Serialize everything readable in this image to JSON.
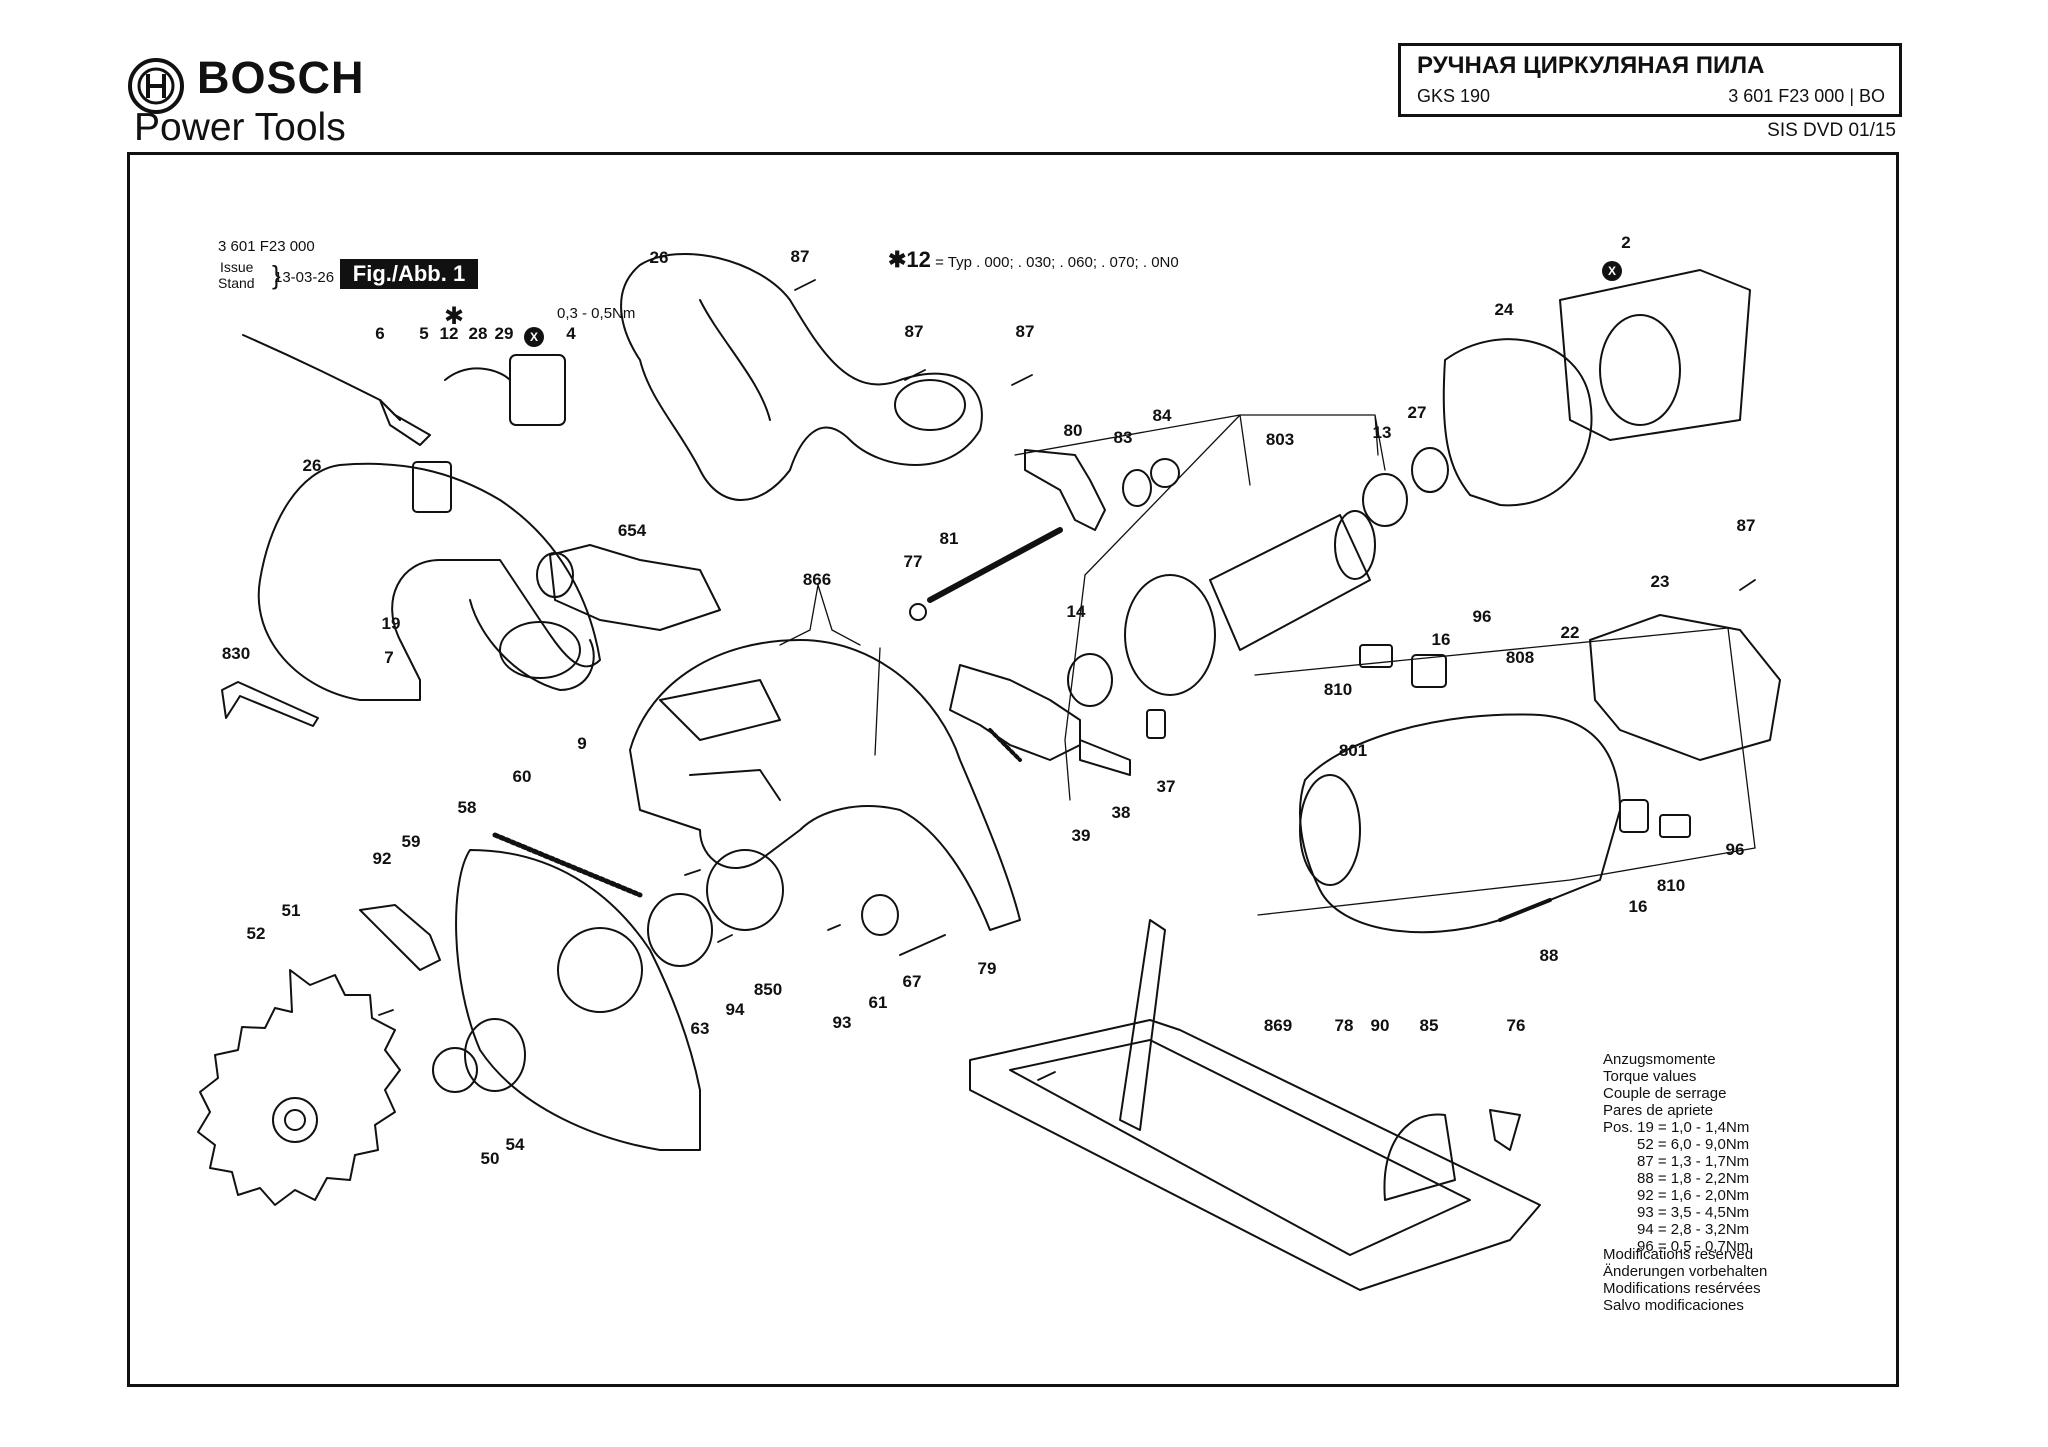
{
  "header": {
    "brand": "BOSCH",
    "brand_sub": "Power Tools",
    "title": "РУЧНАЯ ЦИРКУЛЯНАЯ ПИЛА",
    "model": "GKS 190",
    "part_number": "3 601 F23 000 | BO",
    "sis": "SIS DVD 01/15"
  },
  "figure_header": {
    "number": "3 601 F23 000",
    "issue_label_1": "Issue",
    "issue_label_2": "Stand",
    "issue_date": "13-03-26",
    "figure_label": "Fig./Abb. 1",
    "torque_small": "0,3 - 0,5Nm",
    "star_note_num": "✱12",
    "star_note_text": "= Typ . 000; . 030; . 060; . 070; . 0N0",
    "star": "✱",
    "x_badge": "X"
  },
  "part_labels": [
    {
      "id": "2",
      "text": "2"
    },
    {
      "id": "24",
      "text": "24"
    },
    {
      "id": "26a",
      "text": "26"
    },
    {
      "id": "26b",
      "text": "26"
    },
    {
      "id": "87a",
      "text": "87"
    },
    {
      "id": "87b",
      "text": "87"
    },
    {
      "id": "87c",
      "text": "87"
    },
    {
      "id": "87d",
      "text": "87"
    },
    {
      "id": "6",
      "text": "6"
    },
    {
      "id": "5",
      "text": "5"
    },
    {
      "id": "12",
      "text": "12"
    },
    {
      "id": "28",
      "text": "28"
    },
    {
      "id": "29",
      "text": "29"
    },
    {
      "id": "4",
      "text": "4"
    },
    {
      "id": "80",
      "text": "80"
    },
    {
      "id": "83",
      "text": "83"
    },
    {
      "id": "84",
      "text": "84"
    },
    {
      "id": "803",
      "text": "803"
    },
    {
      "id": "13",
      "text": "13"
    },
    {
      "id": "27",
      "text": "27"
    },
    {
      "id": "654",
      "text": "654"
    },
    {
      "id": "81",
      "text": "81"
    },
    {
      "id": "77",
      "text": "77"
    },
    {
      "id": "866",
      "text": "866"
    },
    {
      "id": "14",
      "text": "14"
    },
    {
      "id": "19",
      "text": "19"
    },
    {
      "id": "7",
      "text": "7"
    },
    {
      "id": "830",
      "text": "830"
    },
    {
      "id": "96a",
      "text": "96"
    },
    {
      "id": "16a",
      "text": "16"
    },
    {
      "id": "808",
      "text": "808"
    },
    {
      "id": "22",
      "text": "22"
    },
    {
      "id": "23",
      "text": "23"
    },
    {
      "id": "810a",
      "text": "810"
    },
    {
      "id": "9",
      "text": "9"
    },
    {
      "id": "37",
      "text": "37"
    },
    {
      "id": "38",
      "text": "38"
    },
    {
      "id": "39",
      "text": "39"
    },
    {
      "id": "801",
      "text": "801"
    },
    {
      "id": "60",
      "text": "60"
    },
    {
      "id": "58",
      "text": "58"
    },
    {
      "id": "59",
      "text": "59"
    },
    {
      "id": "92",
      "text": "92"
    },
    {
      "id": "51",
      "text": "51"
    },
    {
      "id": "52",
      "text": "52"
    },
    {
      "id": "96b",
      "text": "96"
    },
    {
      "id": "810b",
      "text": "810"
    },
    {
      "id": "16b",
      "text": "16"
    },
    {
      "id": "88",
      "text": "88"
    },
    {
      "id": "63",
      "text": "63"
    },
    {
      "id": "94",
      "text": "94"
    },
    {
      "id": "850",
      "text": "850"
    },
    {
      "id": "93",
      "text": "93"
    },
    {
      "id": "61",
      "text": "61"
    },
    {
      "id": "67",
      "text": "67"
    },
    {
      "id": "79",
      "text": "79"
    },
    {
      "id": "869",
      "text": "869"
    },
    {
      "id": "78",
      "text": "78"
    },
    {
      "id": "90",
      "text": "90"
    },
    {
      "id": "85",
      "text": "85"
    },
    {
      "id": "76",
      "text": "76"
    },
    {
      "id": "50",
      "text": "50"
    },
    {
      "id": "54",
      "text": "54"
    }
  ],
  "torque_table": {
    "heading": [
      "Anzugsmomente",
      "Torque values",
      "Couple de serrage",
      "Pares de apriete"
    ],
    "rows": [
      "Pos. 19  = 1,0 - 1,4Nm",
      "52  = 6,0 - 9,0Nm",
      "87  = 1,3 - 1,7Nm",
      "88  = 1,8 - 2,2Nm",
      "92  = 1,6 - 2,0Nm",
      "93  = 3,5 - 4,5Nm",
      "94  = 2,8 - 3,2Nm",
      "96  = 0,5 - 0,7Nm"
    ]
  },
  "modifications": [
    "Modifications reserved",
    "Änderungen vorbehalten",
    "Modifications resérvées",
    "Salvo modificaciones"
  ]
}
